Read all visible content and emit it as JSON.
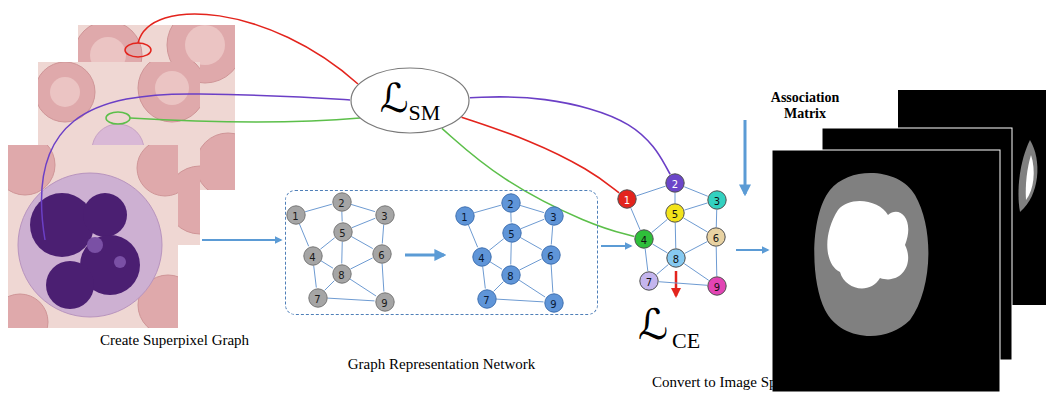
{
  "diagram": {
    "nodes": [
      {
        "text": [
          "ℒ",
          "SM"
        ]
      },
      {
        "text": [
          "Graph Representation Network"
        ]
      },
      {
        "text": [
          "1"
        ],
        "in": 1
      },
      {
        "text": [
          "2"
        ],
        "in": 1
      },
      {
        "text": [
          "3"
        ],
        "in": 1
      },
      {
        "text": [
          "4"
        ],
        "in": 1
      },
      {
        "text": [
          "5"
        ],
        "in": 1
      },
      {
        "text": [
          "6"
        ],
        "in": 1
      },
      {
        "text": [
          "7"
        ],
        "in": 1
      },
      {
        "text": [
          "8"
        ],
        "in": 1
      },
      {
        "text": [
          "9"
        ],
        "in": 1
      },
      {
        "text": [
          "1"
        ],
        "in": 1
      },
      {
        "text": [
          "2"
        ],
        "in": 1
      },
      {
        "text": [
          "3"
        ],
        "in": 1
      },
      {
        "text": [
          "4"
        ],
        "in": 1
      },
      {
        "text": [
          "5"
        ],
        "in": 1
      },
      {
        "text": [
          "6"
        ],
        "in": 1
      },
      {
        "text": [
          "7"
        ],
        "in": 1
      },
      {
        "text": [
          "8"
        ],
        "in": 1
      },
      {
        "text": [
          "9"
        ],
        "in": 1
      },
      {
        "text": [
          "1"
        ]
      },
      {
        "text": [
          "2"
        ]
      },
      {
        "text": [
          "3"
        ]
      },
      {
        "text": [
          "4"
        ]
      },
      {
        "text": [
          "5"
        ]
      },
      {
        "text": [
          "6"
        ]
      },
      {
        "text": [
          "7"
        ]
      },
      {
        "text": [
          "8"
        ]
      },
      {
        "text": [
          "9"
        ]
      }
    ],
    "edges": [
      {
        "from": 2,
        "to": 3,
        "arrow": "none"
      },
      {
        "from": 3,
        "to": 4,
        "arrow": "none"
      },
      {
        "from": 2,
        "to": 5,
        "arrow": "none"
      },
      {
        "from": 3,
        "to": 6,
        "arrow": "none"
      },
      {
        "from": 4,
        "to": 6,
        "arrow": "none"
      },
      {
        "from": 4,
        "to": 7,
        "arrow": "none"
      },
      {
        "from": 5,
        "to": 6,
        "arrow": "none"
      },
      {
        "from": 6,
        "to": 7,
        "arrow": "none"
      },
      {
        "from": 5,
        "to": 9,
        "arrow": "none"
      },
      {
        "from": 6,
        "to": 9,
        "arrow": "none"
      },
      {
        "from": 7,
        "to": 9,
        "arrow": "none"
      },
      {
        "from": 7,
        "to": 10,
        "arrow": "none"
      },
      {
        "from": 5,
        "to": 8,
        "arrow": "none"
      },
      {
        "from": 8,
        "to": 9,
        "arrow": "none"
      },
      {
        "from": 9,
        "to": 10,
        "arrow": "none"
      },
      {
        "from": 8,
        "to": 10,
        "arrow": "none"
      },
      {
        "from": 11,
        "to": 12,
        "arrow": "none"
      },
      {
        "from": 12,
        "to": 13,
        "arrow": "none"
      },
      {
        "from": 11,
        "to": 14,
        "arrow": "none"
      },
      {
        "from": 12,
        "to": 15,
        "arrow": "none"
      },
      {
        "from": 13,
        "to": 15,
        "arrow": "none"
      },
      {
        "from": 13,
        "to": 16,
        "arrow": "none"
      },
      {
        "from": 14,
        "to": 15,
        "arrow": "none"
      },
      {
        "from": 15,
        "to": 16,
        "arrow": "none"
      },
      {
        "from": 14,
        "to": 18,
        "arrow": "none"
      },
      {
        "from": 15,
        "to": 18,
        "arrow": "none"
      },
      {
        "from": 16,
        "to": 18,
        "arrow": "none"
      },
      {
        "from": 16,
        "to": 19,
        "arrow": "none"
      },
      {
        "from": 14,
        "to": 17,
        "arrow": "none"
      },
      {
        "from": 17,
        "to": 18,
        "arrow": "none"
      },
      {
        "from": 18,
        "to": 19,
        "arrow": "none"
      },
      {
        "from": 17,
        "to": 19,
        "arrow": "none"
      },
      {
        "from": 20,
        "to": 21,
        "arrow": "none"
      },
      {
        "from": 21,
        "to": 22,
        "arrow": "none"
      },
      {
        "from": 20,
        "to": 23,
        "arrow": "none"
      },
      {
        "from": 21,
        "to": 24,
        "arrow": "none"
      },
      {
        "from": 22,
        "to": 24,
        "arrow": "none"
      },
      {
        "from": 22,
        "to": 25,
        "arrow": "none"
      },
      {
        "from": 23,
        "to": 24,
        "arrow": "none"
      },
      {
        "from": 24,
        "to": 25,
        "arrow": "none"
      },
      {
        "from": 23,
        "to": 27,
        "arrow": "none"
      },
      {
        "from": 24,
        "to": 27,
        "arrow": "none"
      },
      {
        "from": 25,
        "to": 27,
        "arrow": "none"
      },
      {
        "from": 25,
        "to": 28,
        "arrow": "none"
      },
      {
        "from": 23,
        "to": 26,
        "arrow": "none"
      },
      {
        "from": 26,
        "to": 27,
        "arrow": "none"
      },
      {
        "from": 27,
        "to": 28,
        "arrow": "none"
      },
      {
        "from": 26,
        "to": 28,
        "arrow": "none"
      },
      {
        "from": 0,
        "to": 20,
        "arrow": "none"
      },
      {
        "from": 0,
        "to": 21,
        "arrow": "none"
      },
      {
        "from": 0,
        "to": 23,
        "arrow": "none"
      }
    ],
    "labels": [
      "Association Matrix",
      "ℒ",
      "CE",
      "Create Superpixel Graph",
      "Convert to Image Space"
    ]
  }
}
